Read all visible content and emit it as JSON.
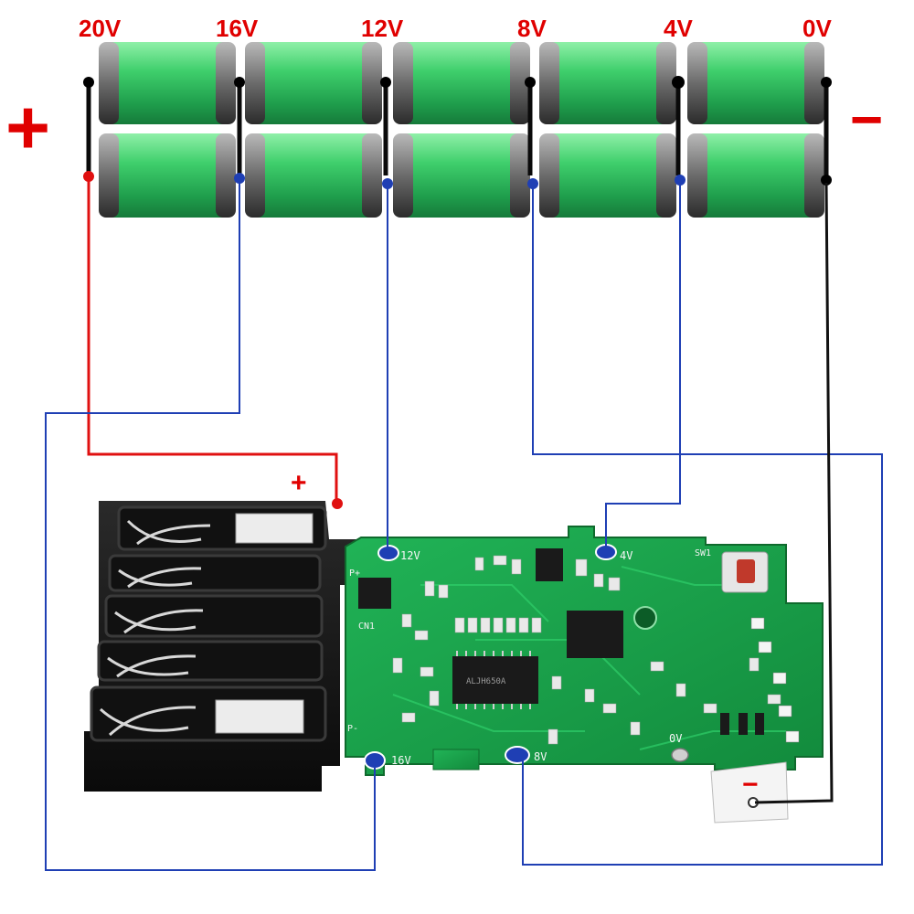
{
  "voltage_labels": [
    "20V",
    "16V",
    "12V",
    "8V",
    "4V",
    "0V"
  ],
  "pack_plus_sign": "+",
  "pack_minus_sign": "−",
  "board_plus_sign": "+",
  "board_minus_sign": "−",
  "pad_labels": {
    "p12v": "12V",
    "p4v": "4V",
    "p16v": "16V",
    "p8v": "8V",
    "p0v": "0V",
    "pplus": "P+",
    "pminus": "P-",
    "sw1": "SW1",
    "cn1": "CN1"
  },
  "chip_text": "ALJH650A",
  "colors": {
    "cell_green": "#2fbf63",
    "pcb_green": "#17a34a",
    "plus_wire": "#e01010",
    "sense_wire": "#1f3fb4",
    "minus_wire": "#111111"
  }
}
